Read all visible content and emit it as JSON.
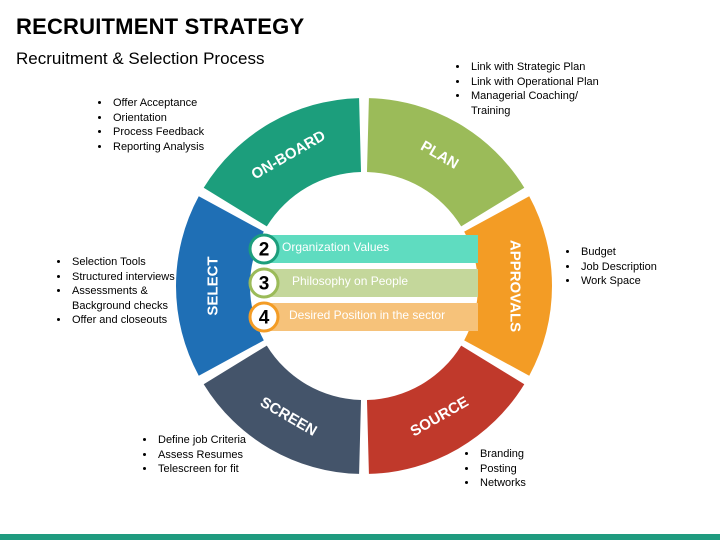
{
  "header": {
    "title": "RECRUITMENT STRATEGY",
    "subtitle": "Recruitment & Selection Process"
  },
  "cycle": [
    {
      "label": "PLAN",
      "color": "#9bbb59",
      "bullets": [
        "Link with Strategic Plan",
        "Link with Operational Plan",
        "Managerial Coaching/ Training"
      ]
    },
    {
      "label": "APPROVALS",
      "color": "#f39c25",
      "bullets": [
        "Budget",
        "Job Description",
        "Work Space"
      ]
    },
    {
      "label": "SOURCE",
      "color": "#c0392b",
      "bullets": [
        "Branding",
        "Posting",
        "Networks"
      ]
    },
    {
      "label": "SCREEN",
      "color": "#44546a",
      "bullets": [
        "Define job Criteria",
        "Assess Resumes",
        "Telescreen for fit"
      ]
    },
    {
      "label": "SELECT",
      "color": "#1f6fb5",
      "bullets": [
        "Selection Tools",
        "Structured interviews",
        "Assessments & Background checks",
        "Offer and closeouts"
      ]
    },
    {
      "label": "ON-BOARD",
      "color": "#1c9e7c",
      "bullets": [
        "Offer Acceptance",
        "Orientation",
        "Process Feedback",
        "Reporting Analysis"
      ]
    }
  ],
  "center_items": [
    {
      "number": "2",
      "text": "Organization Values",
      "color": "#5fdcc0",
      "ring": "#1c9e7c"
    },
    {
      "number": "3",
      "text": "Philosophy on People",
      "color": "#c4d79b",
      "ring": "#9bbb59"
    },
    {
      "number": "4",
      "text": "Desired Position in the sector",
      "color": "#f6c27a",
      "ring": "#f39c25"
    }
  ],
  "colors": {
    "bottom_rule": "#1f9b7f"
  }
}
